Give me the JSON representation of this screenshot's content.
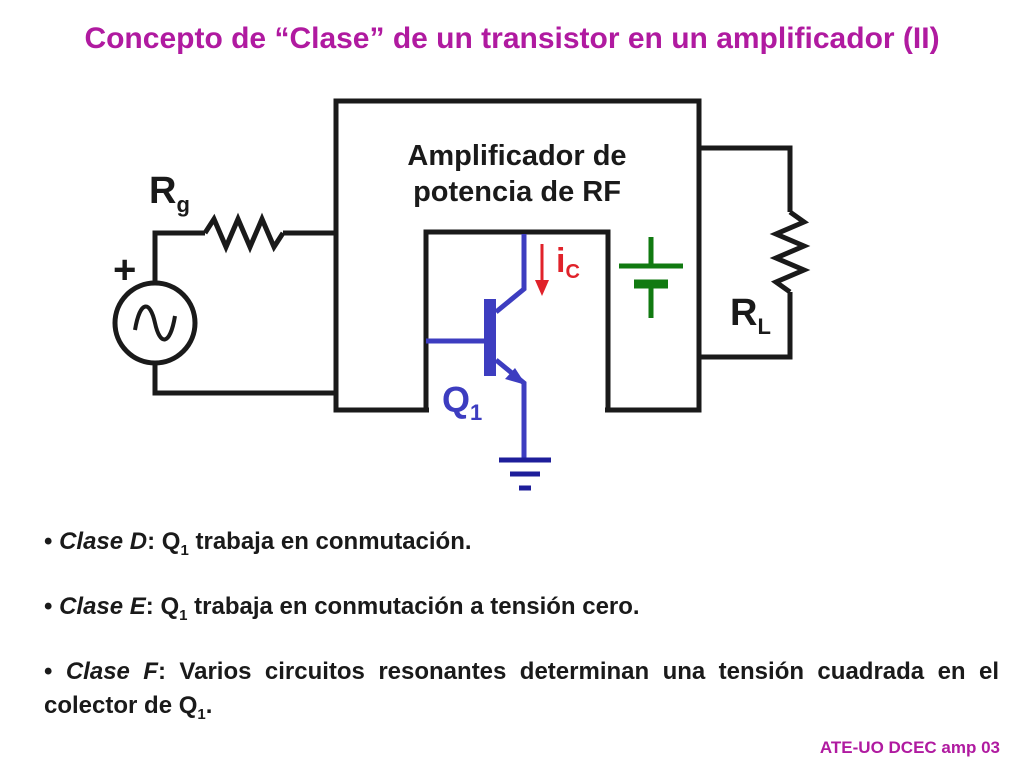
{
  "title": "Concepto de “Clase” de un transistor en un amplificador (II)",
  "diagram": {
    "block_line1": "Amplificador de",
    "block_line2": "potencia de RF",
    "rg_main": "R",
    "rg_sub": "g",
    "rl_main": "R",
    "rl_sub": "L",
    "ic_main": "i",
    "ic_sub": "C",
    "q_main": "Q",
    "q_sub": "1",
    "plus": "+"
  },
  "bullets": [
    {
      "marker": "•",
      "cls": "Clase D",
      "colon": ":",
      "q_main": "Q",
      "q_sub": "1",
      "text": " trabaja en conmutación."
    },
    {
      "marker": "•",
      "cls": "Clase E",
      "colon": ":",
      "q_main": "Q",
      "q_sub": "1",
      "text": " trabaja en conmutación a tensión cero."
    },
    {
      "marker": "•",
      "cls": "Clase F",
      "colon": ":",
      "text": " Varios circuitos resonantes determinan una tensión cuadrada en el colector de ",
      "q_main": "Q",
      "q_sub": "1",
      "end": "."
    }
  ],
  "footer": "ATE-UO DCEC amp 03",
  "colors": {
    "title": "#b01aa0",
    "wire": "#1a1a1a",
    "base_wire": "#3d3dc0",
    "ground": "#1e1e9a",
    "current": "#e0222a",
    "battery": "#117a11"
  }
}
